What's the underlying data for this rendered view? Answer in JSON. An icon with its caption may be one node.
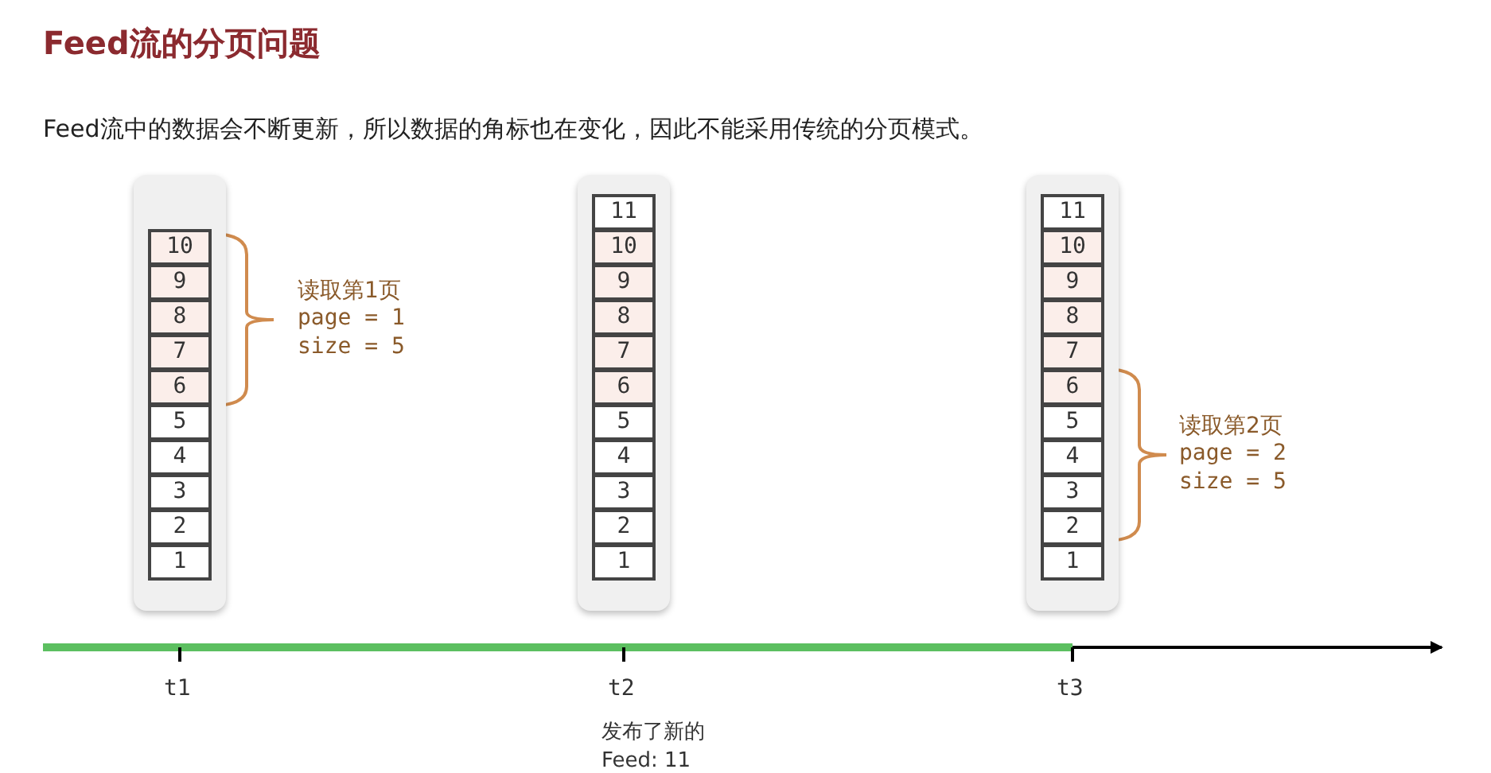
{
  "diagram": {
    "title": "Feed流的分页问题",
    "nodes": [
      {
        "text": [],
        "shape": "box"
      },
      {
        "text": [
          "10"
        ],
        "in": 0
      },
      {
        "text": [
          "9"
        ],
        "in": 0
      },
      {
        "text": [
          "8"
        ],
        "in": 0
      },
      {
        "text": [
          "7"
        ],
        "in": 0
      },
      {
        "text": [
          "6"
        ],
        "in": 0
      },
      {
        "text": [
          "5"
        ],
        "in": 0
      },
      {
        "text": [
          "4"
        ],
        "in": 0
      },
      {
        "text": [
          "3"
        ],
        "in": 0
      },
      {
        "text": [
          "2"
        ],
        "in": 0
      },
      {
        "text": [
          "1"
        ],
        "in": 0
      },
      {
        "text": [],
        "shape": "box"
      },
      {
        "text": [
          "11"
        ],
        "in": 11
      },
      {
        "text": [
          "10"
        ],
        "in": 11
      },
      {
        "text": [
          "9"
        ],
        "in": 11
      },
      {
        "text": [
          "8"
        ],
        "in": 11
      },
      {
        "text": [
          "7"
        ],
        "in": 11
      },
      {
        "text": [
          "6"
        ],
        "in": 11
      },
      {
        "text": [
          "5"
        ],
        "in": 11
      },
      {
        "text": [
          "4"
        ],
        "in": 11
      },
      {
        "text": [
          "3"
        ],
        "in": 11
      },
      {
        "text": [
          "2"
        ],
        "in": 11
      },
      {
        "text": [
          "1"
        ],
        "in": 11
      },
      {
        "text": [],
        "shape": "box"
      },
      {
        "text": [
          "11"
        ],
        "in": 23
      },
      {
        "text": [
          "10"
        ],
        "in": 23
      },
      {
        "text": [
          "9"
        ],
        "in": 23
      },
      {
        "text": [
          "8"
        ],
        "in": 23
      },
      {
        "text": [
          "7"
        ],
        "in": 23
      },
      {
        "text": [
          "6"
        ],
        "in": 23
      },
      {
        "text": [
          "5"
        ],
        "in": 23
      },
      {
        "text": [
          "4"
        ],
        "in": 23
      },
      {
        "text": [
          "3"
        ],
        "in": 23
      },
      {
        "text": [
          "2"
        ],
        "in": 23
      },
      {
        "text": [
          "1"
        ],
        "in": 23
      }
    ],
    "edges": [],
    "labels": [
      "Feed流中的数据会不断更新，所以数据的角标也在变化，因此不能采用传统的分页模式。",
      "读取第1页",
      "page = 1",
      "size = 5",
      "读取第2页",
      "page = 2",
      "size = 5",
      "t1",
      "t2",
      "t3",
      "发布了新的 Feed: 11"
    ]
  }
}
